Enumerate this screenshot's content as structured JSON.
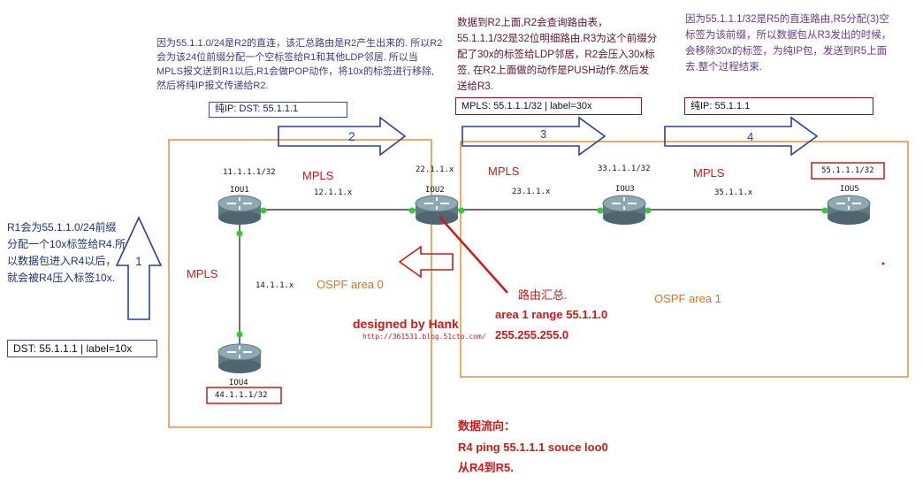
{
  "annotations": {
    "top_left_note": "因为55.1.1.0/24是R2的直连，该汇总路由是R2产生出来的. 所以R2会为该24位前缀分配一个空标签给R1和其他LDP邻居. 所以当MPLS报文送到R1以后,R1会做POP动作，将10x的标签进行移除,然后将纯IP报文传递给R2.",
    "top_mid_note": "数据到R2上面,R2会查询路由表，55.1.1.1/32是32位明细路由.R3为这个前缀分配了30x的标签给LDP邻居，R2会压入30x标签, 在R2上面做的动作是PUSH动作.然后发送给R3.",
    "top_right_note": "因为55.1.1.1/32是R5的直连路由,R5分配(3)空标签为该前缀，所以数据包从R3发出的时候，会移除30x的标签，为纯IP包，发送到R5上面去.整个过程结束.",
    "left_note": "R1会为55.1.1.0/24前缀分配一个10x标签给R4.所以数据包进入R4以后，就会被R4压入标签10x."
  },
  "packet_boxes": {
    "box2": "纯IP: DST: 55.1.1.1",
    "box3": "MPLS: 55.1.1.1/32 | label=30x",
    "box4": "纯IP: 55.1.1.1",
    "box1": "DST: 55.1.1.1 | label=10x"
  },
  "arrows": {
    "a1": "1",
    "a2": "2",
    "a3": "3",
    "a4": "4"
  },
  "routers": {
    "iou1": {
      "name": "IOU1",
      "loopback": "11.1.1.1/32"
    },
    "iou2": {
      "name": "IOU2",
      "loopback": "22.1.1.x"
    },
    "iou3": {
      "name": "IOU3",
      "loopback": "33.1.1.1/32"
    },
    "iou4": {
      "name": "IOU4",
      "loopback": "44.1.1.1/32"
    },
    "iou5": {
      "name": "IOU5",
      "loopback": "55.1.1.1/32"
    }
  },
  "links": {
    "l12": "12.1.1.x",
    "l23": "23.1.1.x",
    "l35": "35.1.1.x",
    "l14": "14.1.1.x"
  },
  "labels": {
    "mpls1": "MPLS",
    "mpls2": "MPLS",
    "mpls3": "MPLS",
    "mpls4": "MPLS",
    "ospf0": "OSPF area 0",
    "ospf1": "OSPF area 1",
    "summary_title": "路由汇总.",
    "summary_cmd1": "area 1 range 55.1.1.0",
    "summary_cmd2": "255.255.255.0",
    "designer": "designed by Hank",
    "blog": "http://361531.blog.51cto.com/",
    "flow_title": "数据流向：",
    "flow_cmd": "R4 ping 55.1.1.1 souce loo0",
    "flow_dir": "从R4到R5."
  },
  "colors": {
    "area_border": "#e0903a",
    "arrow_blue": "#2b3f9a",
    "box_red": "#8a1428",
    "box_blue": "#3b4aa0",
    "link_green": "#33cc33"
  }
}
